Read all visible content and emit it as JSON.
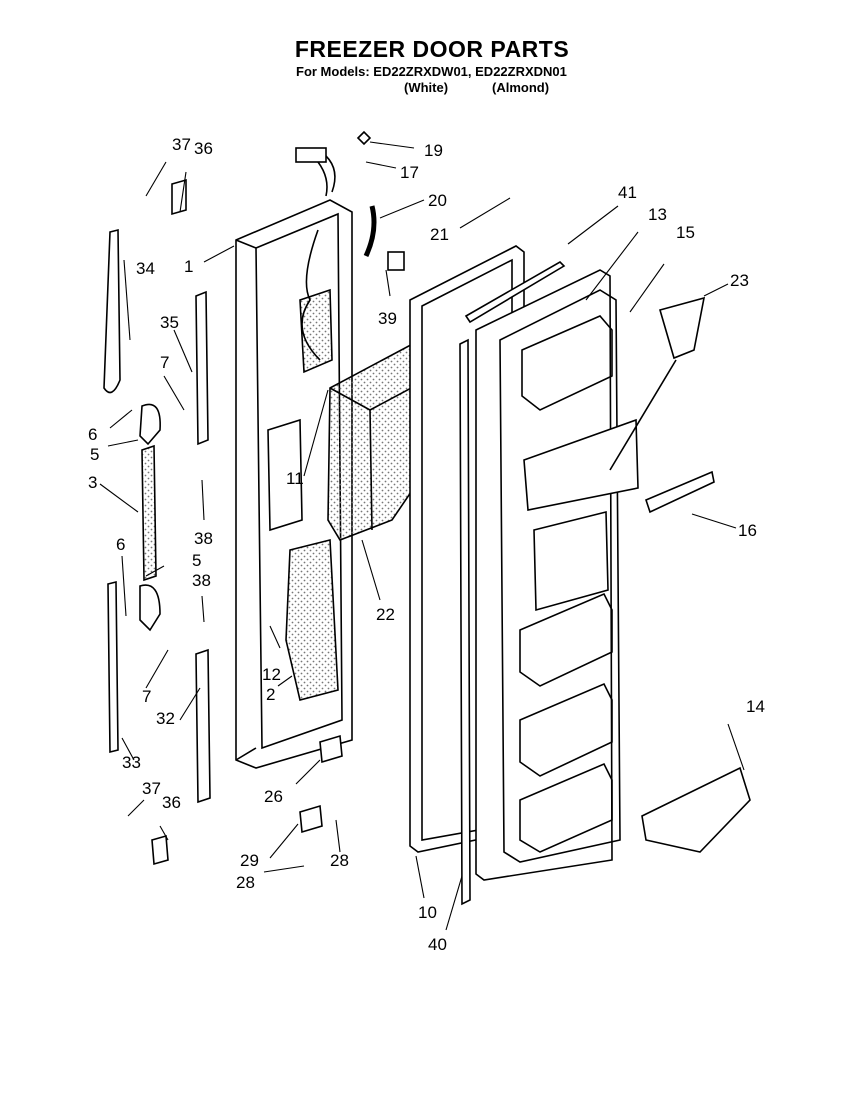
{
  "header": {
    "title": "FREEZER DOOR PARTS",
    "models_line": "For Models: ED22ZRXDW01, ED22ZRXDN01",
    "variant_white": "(White)",
    "variant_almond": "(Almond)"
  },
  "callouts": [
    "1",
    "2",
    "3",
    "5",
    "5",
    "6",
    "6",
    "7",
    "7",
    "10",
    "11",
    "12",
    "13",
    "14",
    "15",
    "16",
    "17",
    "19",
    "20",
    "21",
    "22",
    "23",
    "26",
    "28",
    "28",
    "29",
    "32",
    "33",
    "34",
    "35",
    "36",
    "36",
    "37",
    "37",
    "38",
    "38",
    "39",
    "40",
    "41"
  ],
  "icons": [
    "exploded-parts-diagram"
  ],
  "colors": {
    "ink": "#000000",
    "paper": "#ffffff",
    "stipple": "#9a9a9a"
  }
}
